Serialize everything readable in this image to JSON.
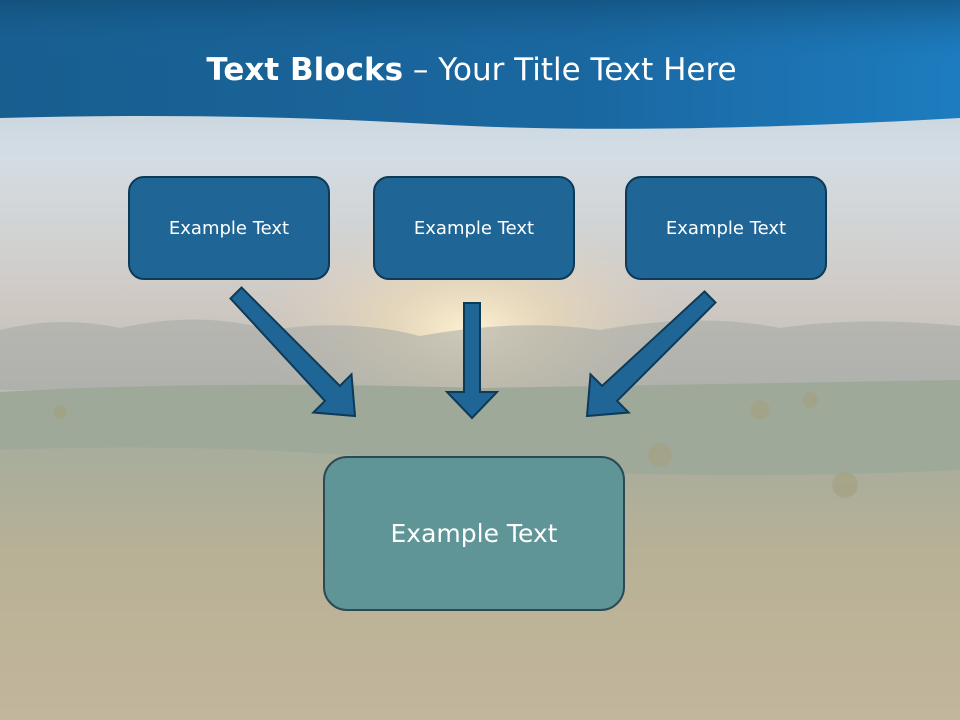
{
  "slide": {
    "title_bold": "Text Blocks",
    "title_separator": " – ",
    "title_rest": "Your Title Text Here"
  },
  "boxes": {
    "top": [
      {
        "label": "Example Text"
      },
      {
        "label": "Example Text"
      },
      {
        "label": "Example Text"
      }
    ],
    "bottom": {
      "label": "Example Text"
    }
  },
  "colors": {
    "header_blue": "#1a6aa3",
    "box_blue": "#1f6596",
    "box_teal": "#5f9597",
    "arrow_blue": "#1f6596"
  }
}
